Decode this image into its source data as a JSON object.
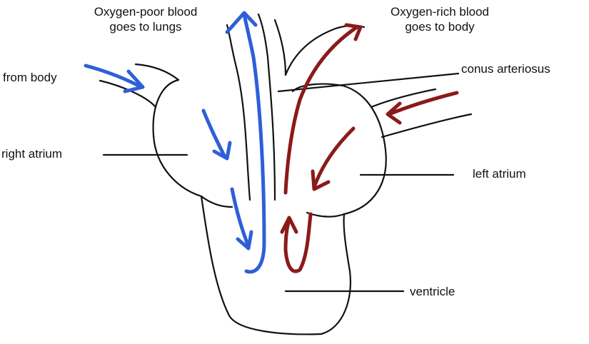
{
  "labels": {
    "oxygen_poor_line1": "Oxygen-poor blood",
    "oxygen_poor_line2": "goes to lungs",
    "oxygen_rich_line1": "Oxygen-rich blood",
    "oxygen_rich_line2": "goes to body",
    "from_body": "from body",
    "conus_arteriosus": "conus arteriosus",
    "right_atrium": "right atrium",
    "left_atrium": "left atrium",
    "ventricle": "ventricle"
  },
  "colors": {
    "oxygen_poor": "#2f5fd8",
    "oxygen_rich": "#8b1a1a",
    "outline": "#111111"
  }
}
